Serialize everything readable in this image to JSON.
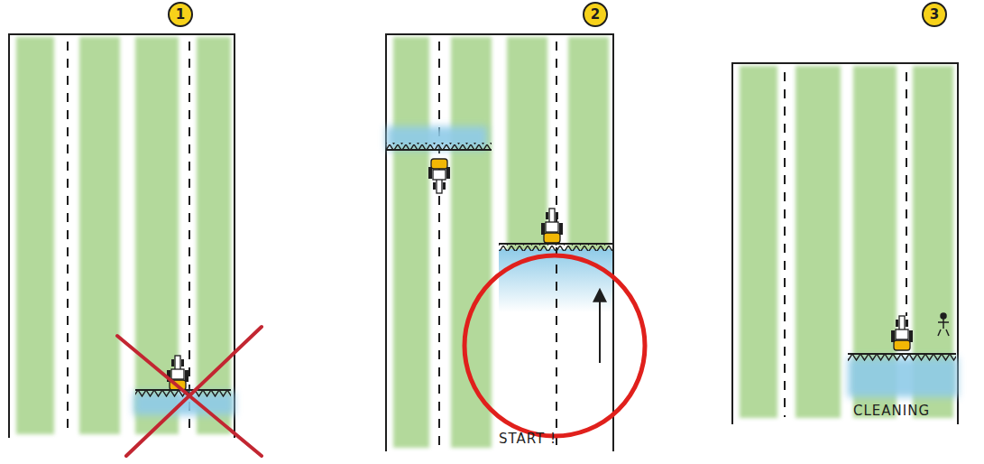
{
  "diagram": {
    "nodes": [
      {
        "text": [
          "1"
        ]
      },
      {
        "text": [
          "2"
        ]
      },
      {
        "text": [
          "3"
        ]
      }
    ],
    "labels": [
      "START !",
      "CLEANING"
    ]
  }
}
